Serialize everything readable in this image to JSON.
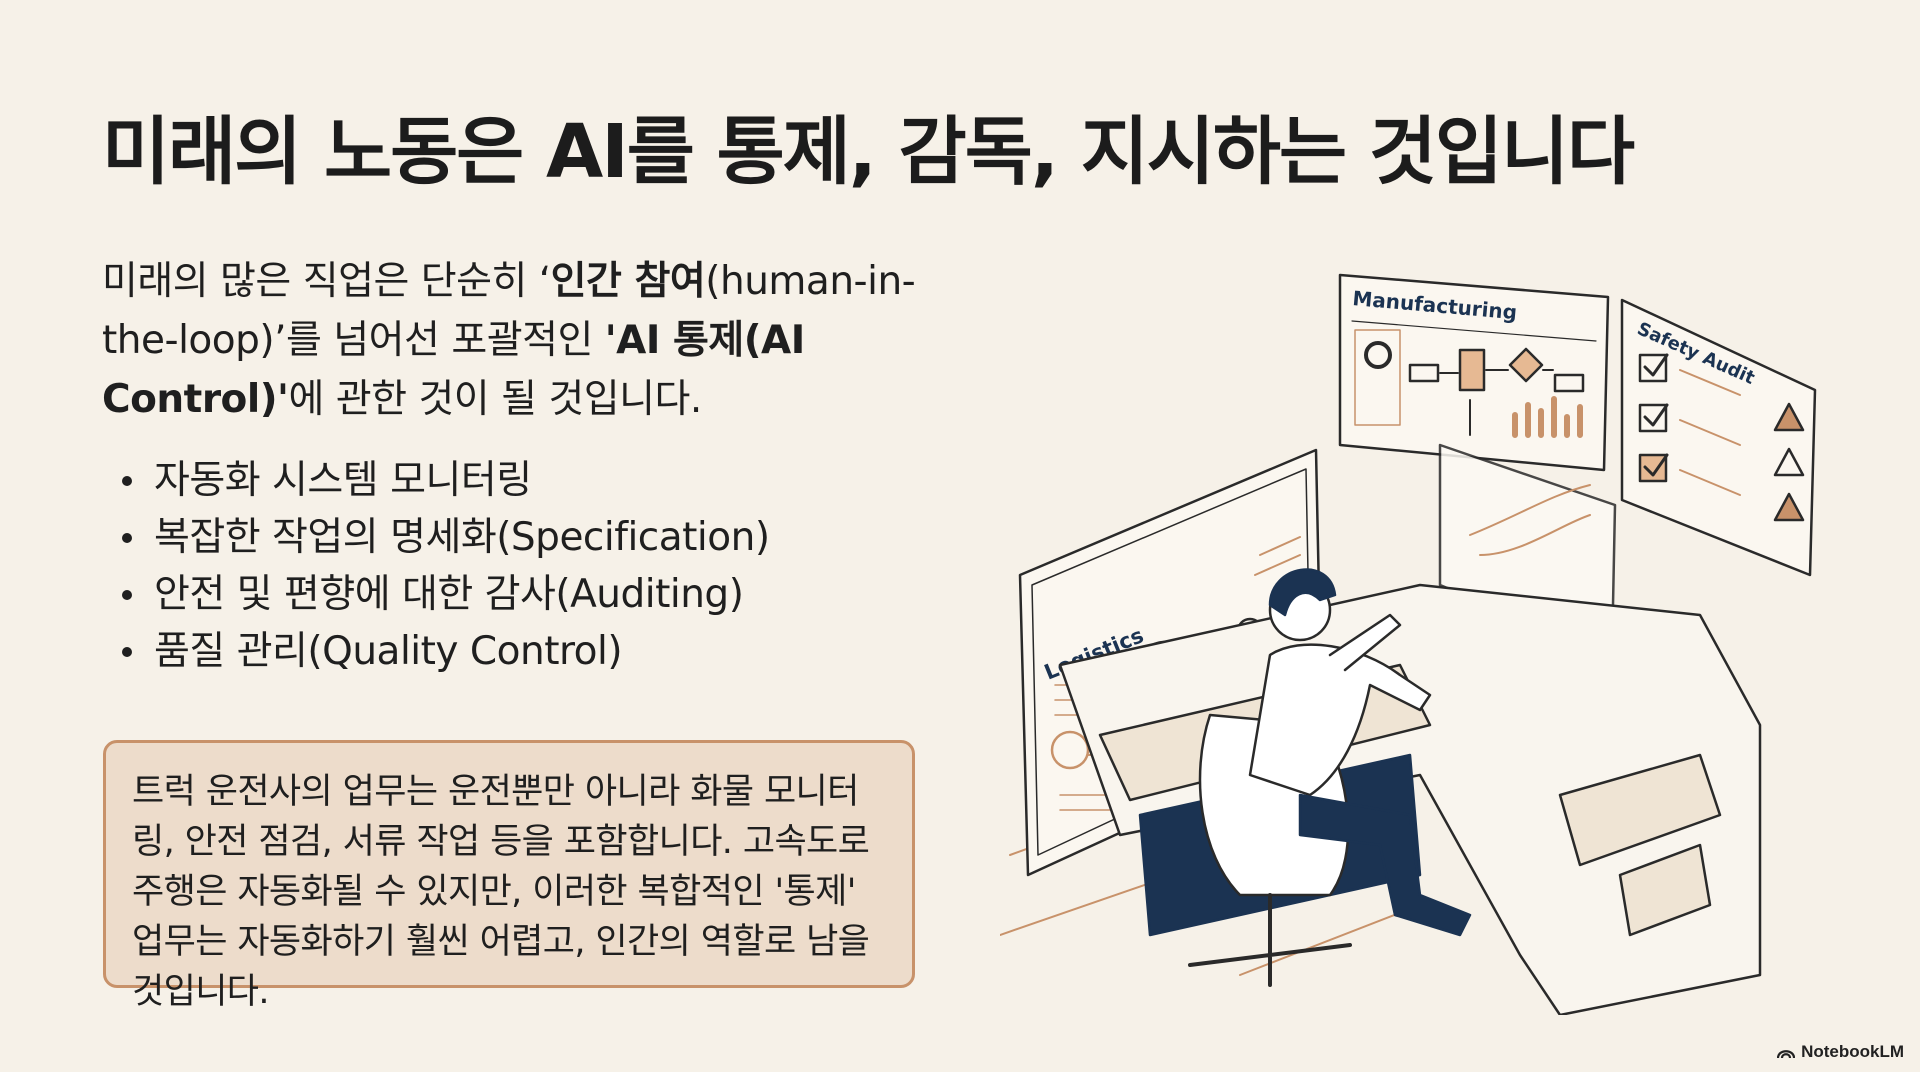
{
  "title": "미래의 노동은 AI를 통제, 감독, 지시하는 것입니다",
  "intro": {
    "part1": "미래의 많은 직업은 단순히 ‘",
    "bold1": "인간 참여",
    "part2": "(human-in-the-loop)’를 넘어선 포괄적인 ",
    "bold2": "'AI 통제(AI Control)'",
    "part3": "에 관한 것이 될 것입니다."
  },
  "bullets": [
    "자동화 시스템 모니터링",
    "복잡한 작업의 명세화(Specification)",
    "안전 및 편향에 대한 감사(Auditing)",
    "품질 관리(Quality Control)"
  ],
  "callout": "트럭 운전사의 업무는 운전뿐만 아니라 화물 모니터링, 안전 점검, 서류 작업 등을 포함합니다. 고속도로 주행은 자동화될 수 있지만, 이러한 복합적인 '통제' 업무는 자동화하기 훨씬 어렵고, 인간의 역할로 남을 것입니다.",
  "illustration": {
    "screen_logistics": "Logistics",
    "screen_manufacturing": "Manufacturing",
    "screen_safety": "Safety Audit"
  },
  "brand": "NotebookLM",
  "colors": {
    "background": "#f6f1e8",
    "accent": "#c8926a",
    "callout_bg": "#eddccb",
    "navy": "#1b3352"
  }
}
